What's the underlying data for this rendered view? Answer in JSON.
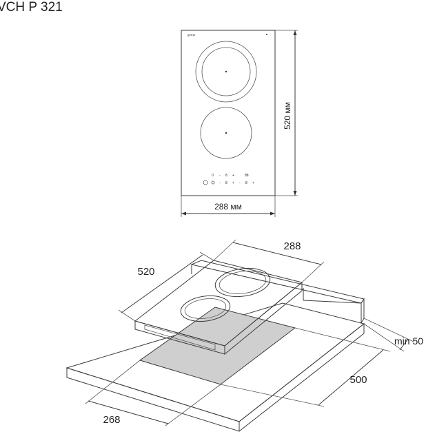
{
  "title": "VCH P 321",
  "top_view": {
    "width_label": "288 мм",
    "height_label": "520 мм",
    "brand_mark": "gefest",
    "panel_row1": [
      "0",
      "-",
      "8",
      "+",
      "88"
    ],
    "panel_row2": [
      "-",
      "8",
      "+",
      "-",
      "8",
      "+"
    ]
  },
  "iso_view": {
    "dim_hob_width": "288",
    "dim_hob_depth": "520",
    "dim_clearance": "min 50",
    "dim_cutout_depth": "500",
    "dim_cutout_width": "268"
  },
  "colors": {
    "line": "#3a3a3a",
    "cutout_fill": "#cfcfcf",
    "background": "#ffffff"
  }
}
